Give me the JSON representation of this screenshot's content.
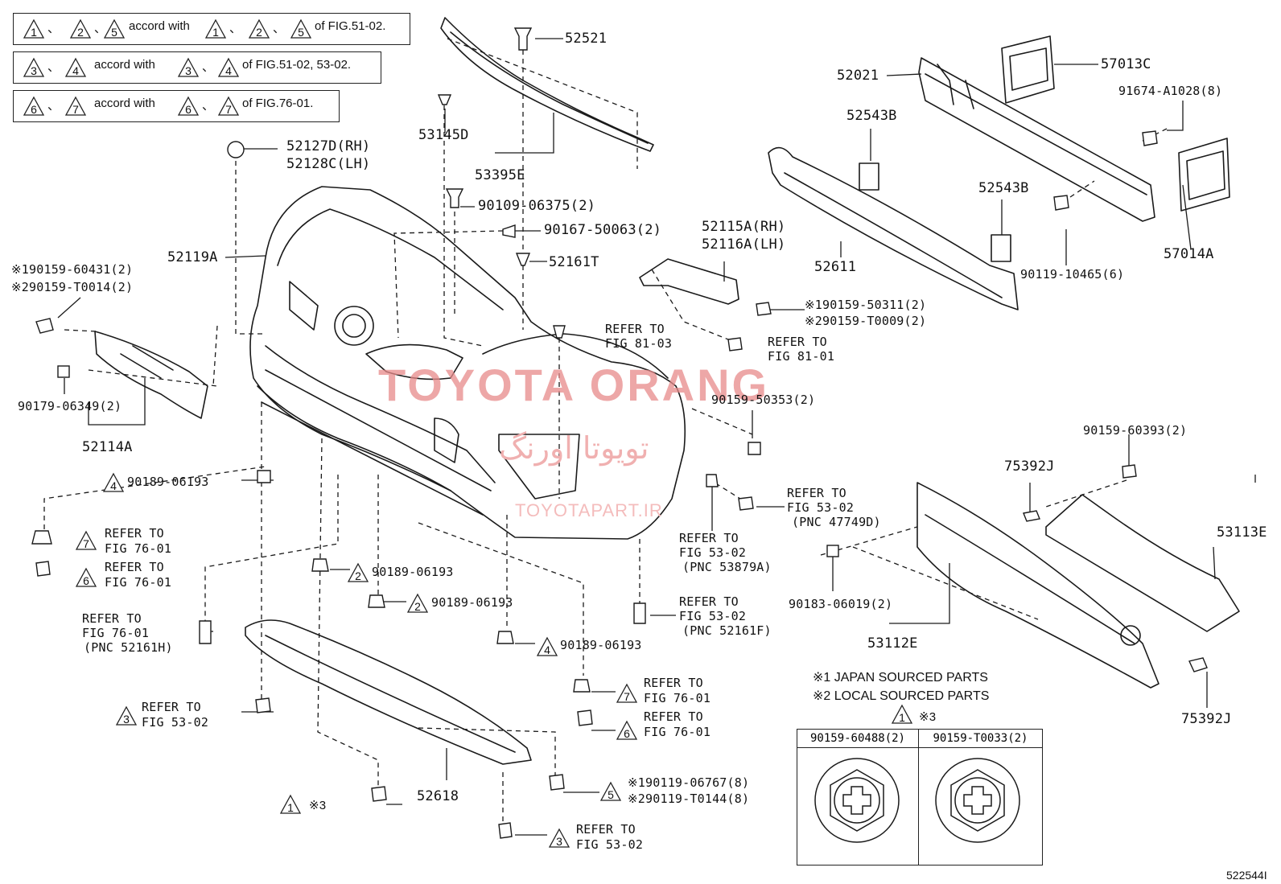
{
  "notes": [
    {
      "refs": [
        "1",
        "2",
        "5"
      ],
      "accord_refs": [
        "1",
        "2",
        "5"
      ],
      "sep": "、",
      "accord": "accord with",
      "suffix": "of FIG.51-02."
    },
    {
      "refs": [
        "3",
        "4"
      ],
      "accord_refs": [
        "3",
        "4"
      ],
      "sep": "、",
      "accord": "accord with",
      "suffix": "of FIG.51-02, 53-02."
    },
    {
      "refs": [
        "6",
        "7"
      ],
      "accord_refs": [
        "6",
        "7"
      ],
      "sep": "、",
      "accord": "accord with",
      "suffix": "of FIG.76-01."
    }
  ],
  "parts": {
    "p52521": "52521",
    "p53145D": "53145D",
    "p53395E": "53395E",
    "p52127D": "52127D(RH)",
    "p52128C": "52128C(LH)",
    "p90109": "90109-06375(2)",
    "p90167": "90167-50063(2)",
    "p52161T": "52161T",
    "p52119A": "52119A",
    "p60431": "90159-60431(2)",
    "pT0014": "90159-T0014(2)",
    "p90179": "90179-06349(2)",
    "p52114A": "52114A",
    "p52021": "52021",
    "p57013C": "57013C",
    "p91674": "91674-A1028(8)",
    "p52543B_1": "52543B",
    "p52543B_2": "52543B",
    "p52611": "52611",
    "p10465": "90119-10465(6)",
    "p57014A": "57014A",
    "p52115A": "52115A(RH)",
    "p52116A": "52116A(LH)",
    "p50311": "90159-50311(2)",
    "pT0009": "90159-T0009(2)",
    "p50353": "90159-50353(2)",
    "p60393": "90159-60393(2)",
    "p75392J_1": "75392J",
    "p53113E": "53113E",
    "p06019": "90183-06019(2)",
    "p53112E": "53112E",
    "p75392J_2": "75392J",
    "p06193_a": "90189-06193",
    "p06193_b": "90189-06193",
    "p06193_c": "90189-06193",
    "p06193_d": "90189-06193",
    "p52618": "52618",
    "p06767": "90119-06767(8)",
    "pT0144": "90119-T0144(8)",
    "fig_id": "522544I"
  },
  "refs": {
    "refer_to": "REFER TO",
    "fig_81_03": "FIG 81-03",
    "fig_81_01": "FIG 81-01",
    "fig_53_02_a": "FIG 53-02",
    "pnc_47749D": "(PNC 47749D)",
    "fig_53_02_b": "FIG 53-02",
    "pnc_53879A": "(PNC 53879A)",
    "fig_53_02_c": "FIG 53-02",
    "pnc_52161F": "(PNC 52161F)",
    "fig_76_01_a": "FIG 76-01",
    "fig_76_01_b": "FIG 76-01",
    "fig_76_01_c": "FIG 76-01",
    "pnc_52161H": "(PNC 52161H)",
    "fig_53_02_d": "FIG 53-02",
    "fig_76_01_d": "FIG 76-01",
    "fig_76_01_e": "FIG 76-01",
    "fig_53_02_e": "FIG 53-02"
  },
  "marks": {
    "m1": "※1",
    "m2": "※2",
    "m3": "※3"
  },
  "legend": {
    "japan": "※1 JAPAN SOURCED PARTS",
    "local": "※2 LOCAL SOURCED PARTS"
  },
  "bolt_table": {
    "left": "90159-60488(2)",
    "right": "90159-T0033(2)"
  },
  "watermark": {
    "brand": "TOYOTA ORANG",
    "farsi": "تویوتا اورنگ",
    "site": "TOYOTAPART.IR"
  },
  "colors": {
    "line": "#1a1a1a",
    "watermark": "#e88a8a"
  }
}
